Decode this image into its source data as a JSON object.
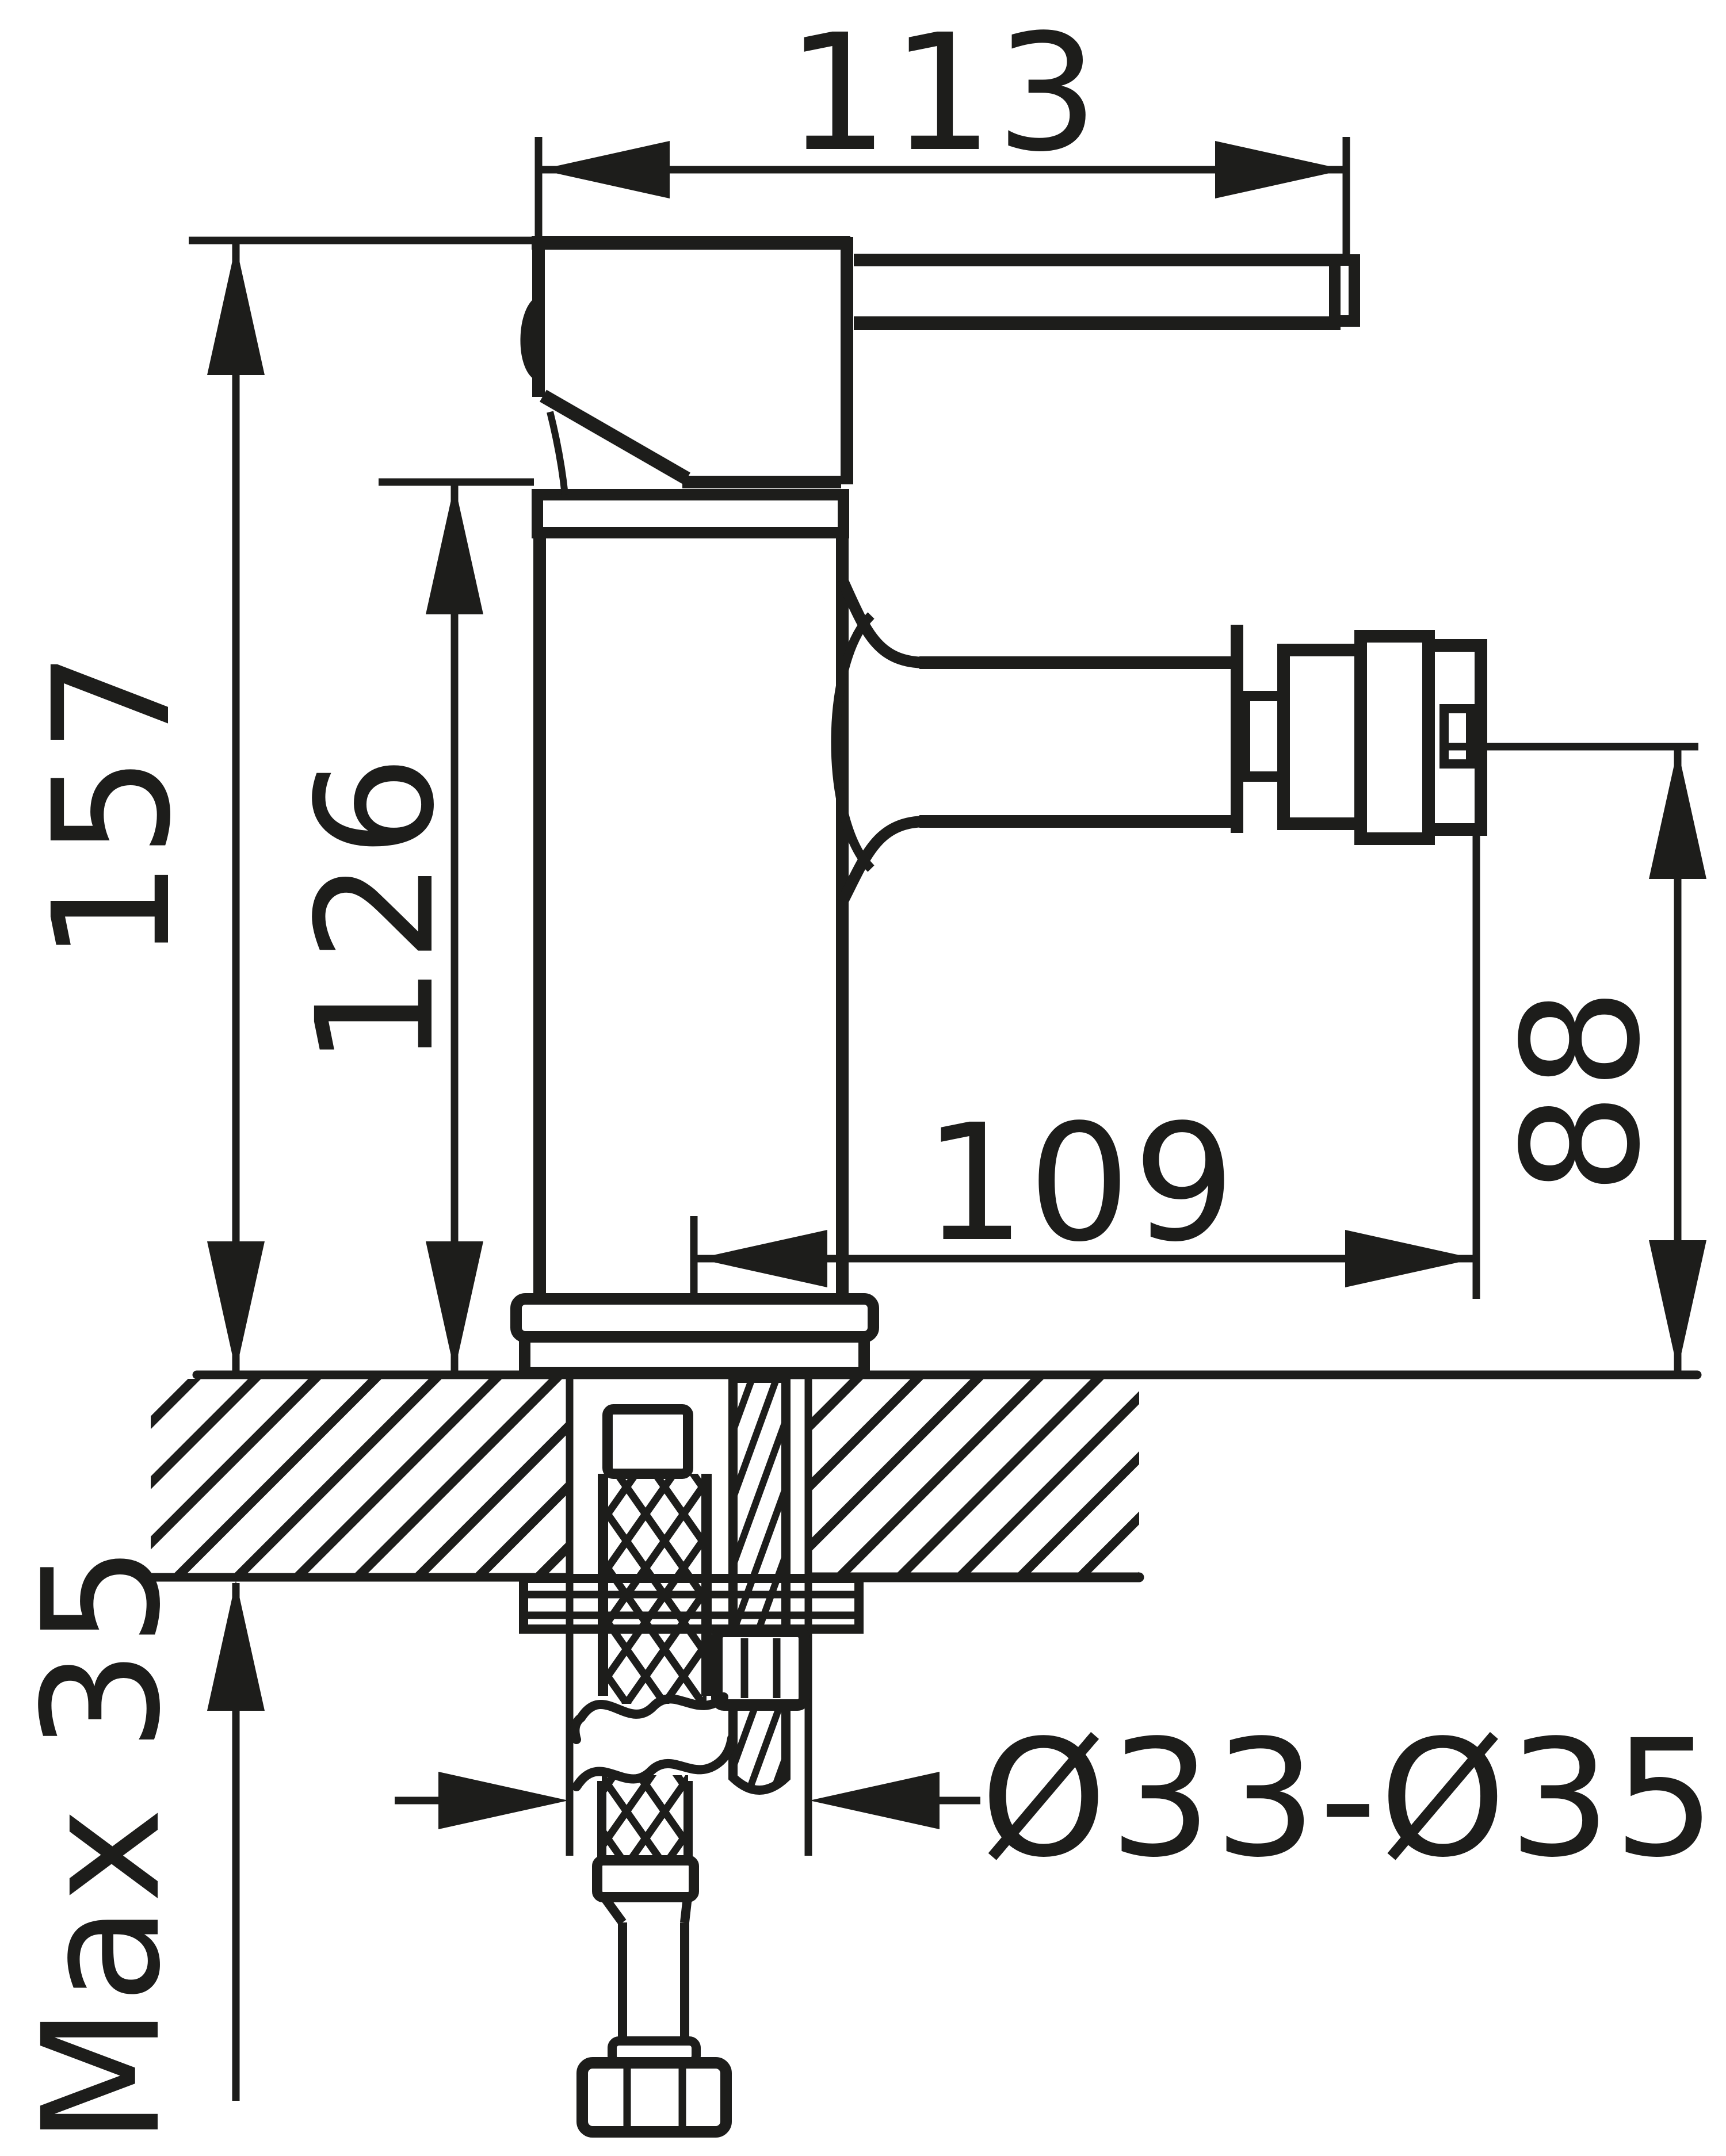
{
  "drawing": {
    "type": "technical-dimension-drawing",
    "subject": "single-lever basin/bidet mixer tap, side view with deck mounting cross-section",
    "units": "mm",
    "ink_color": "#1d1d1b",
    "background_color": "#ffffff",
    "dimensions": {
      "top_width": "113",
      "overall_height": "157",
      "body_height": "126",
      "spout_reach": "109",
      "spout_outlet_height": "88",
      "mounting_hole_diameter": "Ø33-Ø35",
      "max_counter_thickness": "Max 35"
    }
  }
}
